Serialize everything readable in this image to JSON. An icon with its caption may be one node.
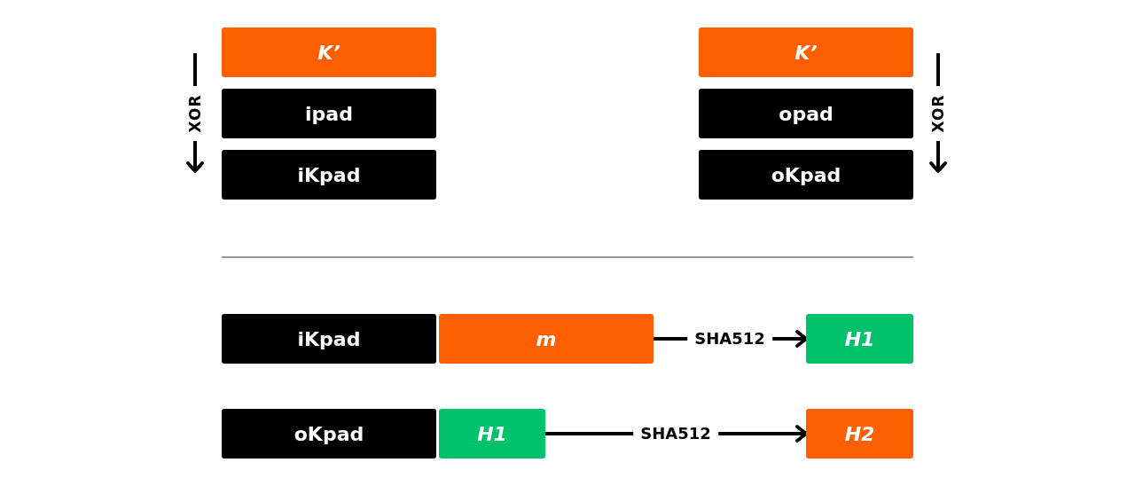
{
  "diagram": {
    "nodes": [
      {
        "text": [
          "K’"
        ]
      },
      {
        "text": [
          "ipad"
        ]
      },
      {
        "text": [
          "iKpad"
        ]
      },
      {
        "text": [
          "K’"
        ]
      },
      {
        "text": [
          "opad"
        ]
      },
      {
        "text": [
          "oKpad"
        ]
      },
      {
        "text": [
          "iKpad"
        ]
      },
      {
        "text": [
          "m"
        ]
      },
      {
        "text": [
          "H1"
        ]
      },
      {
        "text": [
          "oKpad"
        ]
      },
      {
        "text": [
          "H1"
        ]
      },
      {
        "text": [
          "H2"
        ]
      }
    ],
    "edges": [
      {
        "from": 7,
        "to": 8,
        "arrow": "to",
        "label": "SHA512"
      },
      {
        "from": 10,
        "to": 11,
        "arrow": "to",
        "label": "SHA512"
      }
    ],
    "labels": [
      "XOR",
      "XOR"
    ]
  }
}
